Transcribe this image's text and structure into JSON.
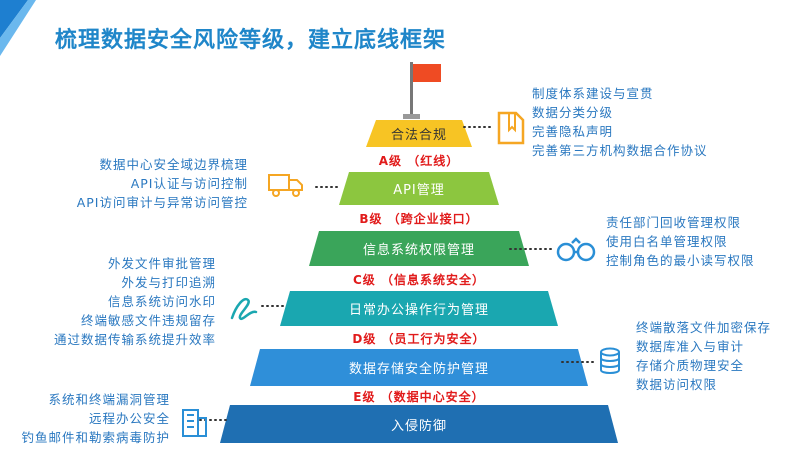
{
  "title": "梳理数据安全风险等级，建立底线框架",
  "tiers": [
    {
      "label": "合法合规",
      "color": "#f7c424",
      "text_color": "#333333"
    },
    {
      "label": "API管理",
      "color": "#8cc63f",
      "text_color": "#ffffff"
    },
    {
      "label": "信息系统权限管理",
      "color": "#3aa55a",
      "text_color": "#ffffff"
    },
    {
      "label": "日常办公操作行为管理",
      "color": "#1aa7b0",
      "text_color": "#ffffff"
    },
    {
      "label": "数据存储安全防护管理",
      "color": "#2f8fd9",
      "text_color": "#ffffff"
    },
    {
      "label": "入侵防御",
      "color": "#1f6fb2",
      "text_color": "#ffffff"
    }
  ],
  "levels": [
    "A级 （红线）",
    "B级 （跨企业接口）",
    "C级 （信息系统安全）",
    "D级 （员工行为安全）",
    "E级 （数据中心安全）"
  ],
  "notes": {
    "compliance": [
      "制度体系建设与宣贯",
      "数据分类分级",
      "完善隐私声明",
      "完善第三方机构数据合作协议"
    ],
    "api": [
      "数据中心安全域边界梳理",
      "API认证与访问控制",
      "API访问审计与异常访问管控"
    ],
    "permission": [
      "责任部门回收管理权限",
      "使用白名单管理权限",
      "控制角色的最小读写权限"
    ],
    "office": [
      "外发文件审批管理",
      "外发与打印追溯",
      "信息系统访问水印",
      "终端敏感文件违规留存",
      "通过数据传输系统提升效率"
    ],
    "storage": [
      "终端散落文件加密保存",
      "数据库准入与审计",
      "存储介质物理安全",
      "数据访问权限"
    ],
    "intrusion": [
      "系统和终端漏洞管理",
      "远程办公安全",
      "钓鱼邮件和勒索病毒防护"
    ]
  },
  "colors": {
    "accent": "#1f86c9",
    "level_red": "#e11b1b",
    "icon": "#2a8fd6",
    "icon_alt": "#f5a623"
  },
  "icons": [
    "flag-icon",
    "document-icon",
    "truck-icon",
    "binoculars-icon",
    "signature-icon",
    "database-icon",
    "building-icon"
  ]
}
